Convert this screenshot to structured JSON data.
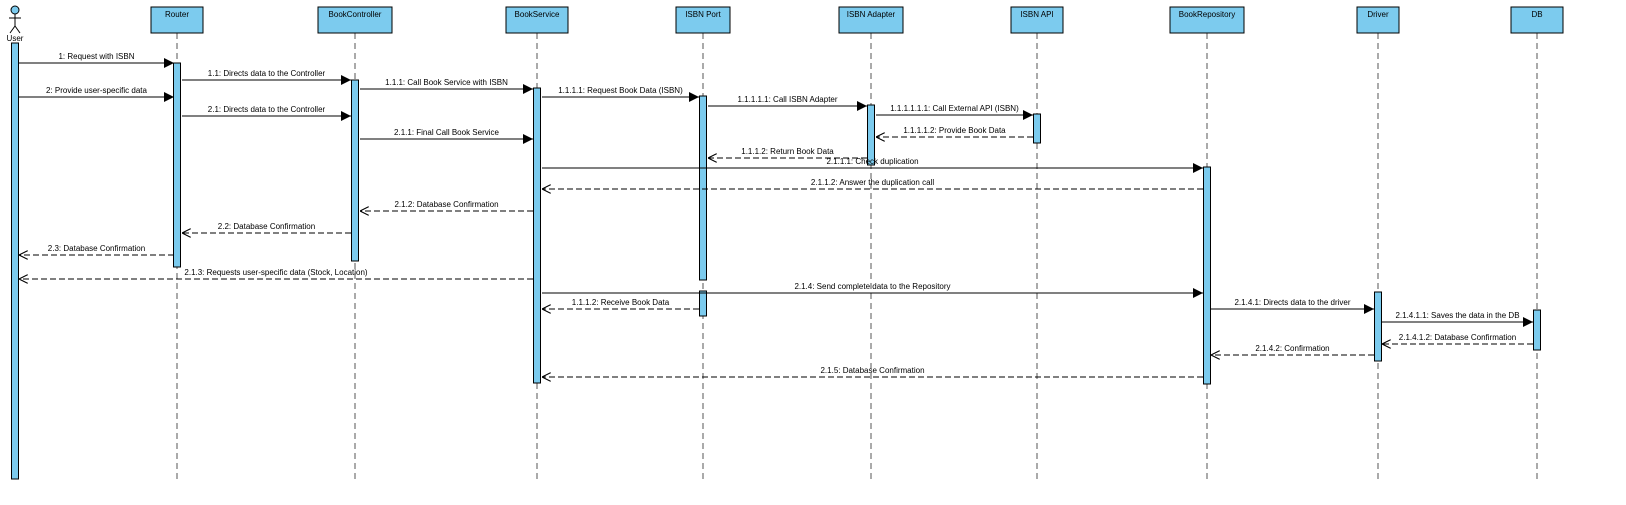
{
  "colors": {
    "box_fill": "#7ccbee",
    "activation_fill": "#7ccbee",
    "stroke": "#000000",
    "lifeline": "#555555"
  },
  "participants": [
    {
      "id": "user",
      "label": "User",
      "kind": "actor"
    },
    {
      "id": "router",
      "label": "Router",
      "kind": "box"
    },
    {
      "id": "bookcontroller",
      "label": "BookController",
      "kind": "box"
    },
    {
      "id": "bookservice",
      "label": "BookService",
      "kind": "box"
    },
    {
      "id": "isbnport",
      "label": "ISBN Port",
      "kind": "box"
    },
    {
      "id": "isbnadapter",
      "label": "ISBN Adapter",
      "kind": "box"
    },
    {
      "id": "isbnapi",
      "label": "ISBN API",
      "kind": "box"
    },
    {
      "id": "bookrepository",
      "label": "BookRepository",
      "kind": "box"
    },
    {
      "id": "driver",
      "label": "Driver",
      "kind": "box"
    },
    {
      "id": "db",
      "label": "DB",
      "kind": "box"
    }
  ],
  "messages": [
    {
      "label": "1: Request with ISBN",
      "from": "user",
      "to": "router",
      "style": "sync"
    },
    {
      "label": "1.1: Directs data to the Controller",
      "from": "router",
      "to": "bookcontroller",
      "style": "sync"
    },
    {
      "label": "1.1.1: Call Book Service with ISBN",
      "from": "bookcontroller",
      "to": "bookservice",
      "style": "sync"
    },
    {
      "label": "2: Provide user-specific data",
      "from": "user",
      "to": "router",
      "style": "sync"
    },
    {
      "label": "1.1.1.1: Request Book Data (ISBN)",
      "from": "bookservice",
      "to": "isbnport",
      "style": "sync"
    },
    {
      "label": "1.1.1.1.1: Call ISBN Adapter",
      "from": "isbnport",
      "to": "isbnadapter",
      "style": "sync"
    },
    {
      "label": "2.1: Directs data to the Controller",
      "from": "router",
      "to": "bookcontroller",
      "style": "sync"
    },
    {
      "label": "1.1.1.1.1.1: Call External API (ISBN)",
      "from": "isbnadapter",
      "to": "isbnapi",
      "style": "sync"
    },
    {
      "label": "1.1.1.1.2: Provide Book Data",
      "from": "isbnapi",
      "to": "isbnadapter",
      "style": "reply"
    },
    {
      "label": "2.1.1: Final Call Book Service",
      "from": "bookcontroller",
      "to": "bookservice",
      "style": "sync"
    },
    {
      "label": "1.1.1.2: Return Book Data",
      "from": "isbnadapter",
      "to": "isbnport",
      "style": "reply"
    },
    {
      "label": "2.1.1.1: Check duplication",
      "from": "bookservice",
      "to": "bookrepository",
      "style": "sync"
    },
    {
      "label": "2.1.1.2: Answer the duplication call",
      "from": "bookrepository",
      "to": "bookservice",
      "style": "reply"
    },
    {
      "label": "2.1.2: Database Confirmation",
      "from": "bookservice",
      "to": "bookcontroller",
      "style": "reply"
    },
    {
      "label": "2.2: Database Confirmation",
      "from": "bookcontroller",
      "to": "router",
      "style": "reply"
    },
    {
      "label": "2.3: Database Confirmation",
      "from": "router",
      "to": "user",
      "style": "reply"
    },
    {
      "label": "2.1.3: Requests user-specific data (Stock, Location)",
      "from": "bookservice",
      "to": "user",
      "style": "reply"
    },
    {
      "label": "2.1.4: Send complete data to the Repository",
      "from": "bookservice",
      "to": "bookrepository",
      "style": "sync"
    },
    {
      "label": "1.1.1.2: Receive Book Data",
      "from": "isbnport",
      "to": "bookservice",
      "style": "reply"
    },
    {
      "label": "2.1.4.1: Directs data to the driver",
      "from": "bookrepository",
      "to": "driver",
      "style": "sync"
    },
    {
      "label": "2.1.4.1.1: Saves the data in the DB",
      "from": "driver",
      "to": "db",
      "style": "sync"
    },
    {
      "label": "2.1.4.1.2: Database Confirmation",
      "from": "db",
      "to": "driver",
      "style": "reply"
    },
    {
      "label": "2.1.4.2: Confirmation",
      "from": "driver",
      "to": "bookrepository",
      "style": "reply"
    },
    {
      "label": "2.1.5: Database Confirmation",
      "from": "bookrepository",
      "to": "bookservice",
      "style": "reply"
    }
  ]
}
